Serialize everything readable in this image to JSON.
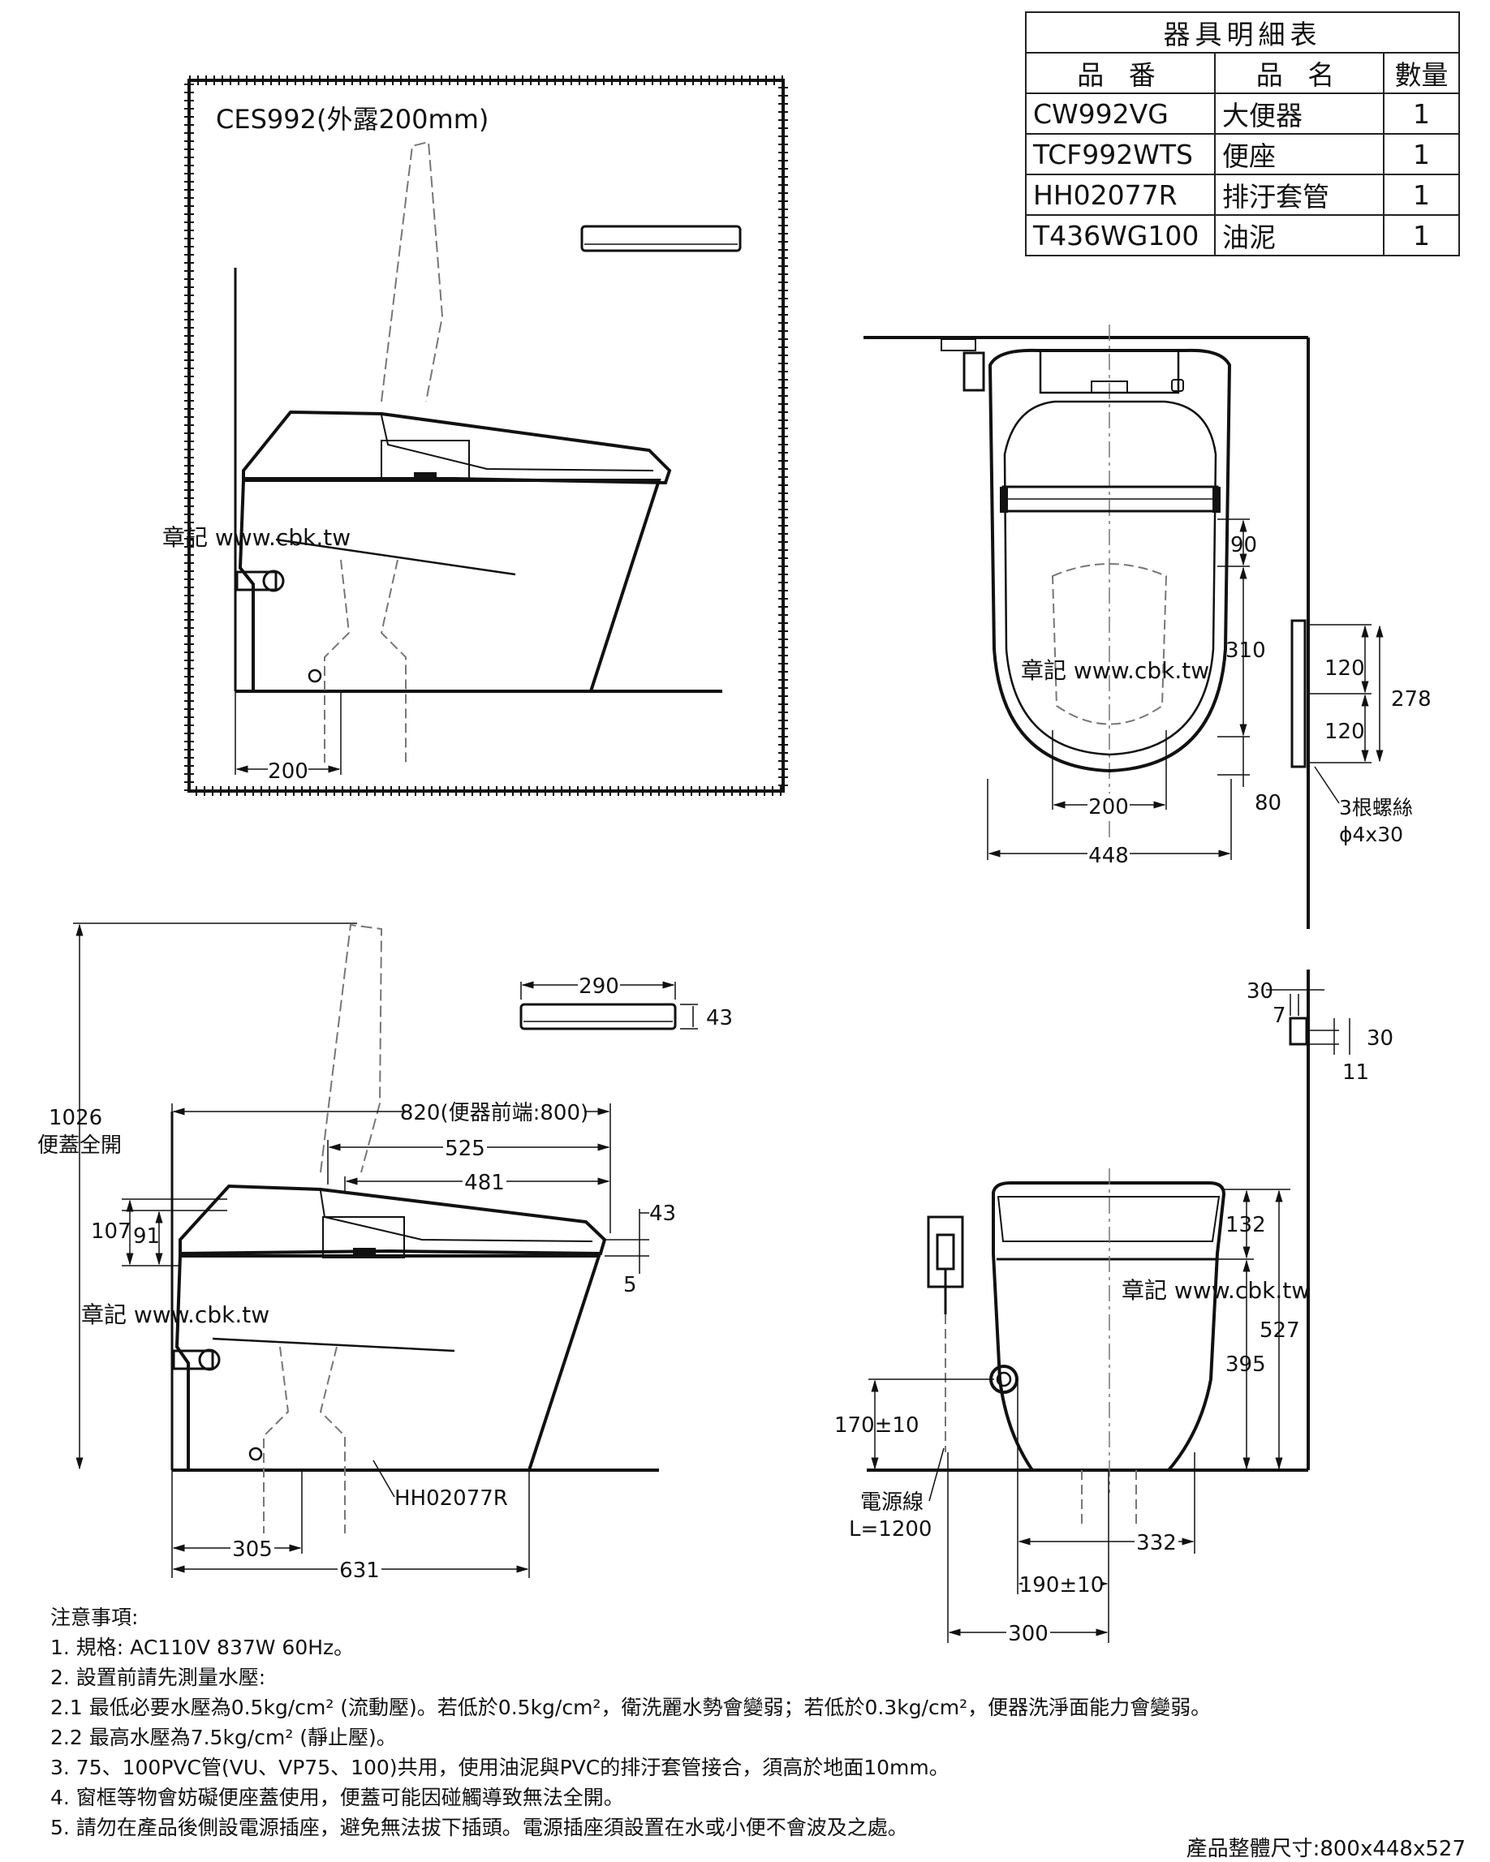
{
  "parts_table": {
    "title": "器具明細表",
    "headers": [
      "品 番",
      "品 名",
      "數量"
    ],
    "rows": [
      {
        "code": "CW992VG",
        "name": "大便器",
        "qty": "1"
      },
      {
        "code": "TCF992WTS",
        "name": "便座",
        "qty": "1"
      },
      {
        "code": "HH02077R",
        "name": "排汙套管",
        "qty": "1"
      },
      {
        "code": "T436WG100",
        "name": "油泥",
        "qty": "1"
      }
    ]
  },
  "side_view_top": {
    "model_label": "CES992(外露200mm)",
    "watermark": "章記 www.cbk.tw",
    "dim_200": "200"
  },
  "top_view": {
    "watermark": "章記 www.cbk.tw",
    "dims": {
      "d90": "90",
      "d310": "310",
      "d80": "80",
      "d200": "200",
      "d448": "448",
      "d120a": "120",
      "d120b": "120",
      "d278": "278"
    },
    "screw_note_1": "3根螺絲",
    "screw_note_2": "ϕ4x30"
  },
  "remote": {
    "dims": {
      "width": "290",
      "height": "43"
    },
    "side_dims": {
      "d30a": "30",
      "d7": "7",
      "d30b": "30",
      "d11": "11"
    }
  },
  "side_view_bottom": {
    "watermark": "章記 www.cbk.tw",
    "dims": {
      "d1026": "1026",
      "d1026_note": "便蓋全開",
      "d820": "820(便器前端:800)",
      "d525": "525",
      "d481": "481",
      "d43": "43",
      "d5": "5",
      "d107": "107",
      "d91": "91",
      "d305": "305",
      "d631": "631"
    },
    "part_label": "HH02077R"
  },
  "front_view": {
    "watermark": "章記 www.cbk.tw",
    "dims": {
      "d132": "132",
      "d527": "527",
      "d395": "395",
      "d170": "170±10",
      "d332": "332",
      "d190": "190±10",
      "d300": "300"
    },
    "cord_label_1": "電源線",
    "cord_label_2": "L=1200"
  },
  "notes": {
    "heading": "注意事項:",
    "lines": [
      "1. 規格: AC110V 837W 60Hz。",
      "2. 設置前請先測量水壓:",
      "2.1 最低必要水壓為0.5kg/cm² (流動壓)。若低於0.5kg/cm²，衛洗麗水勢會變弱；若低於0.3kg/cm²，便器洗淨面能力會變弱。",
      "2.2 最高水壓為7.5kg/cm² (靜止壓)。",
      "3. 75、100PVC管(VU、VP75、100)共用，使用油泥與PVC的排汙套管接合，須高於地面10mm。",
      "4. 窗框等物會妨礙便座蓋使用，便蓋可能因碰觸導致無法全開。",
      "5. 請勿在產品後側設電源插座，避免無法拔下插頭。電源插座須設置在水或小便不會波及之處。"
    ]
  },
  "footer": "產品整體尺寸:800x448x527"
}
